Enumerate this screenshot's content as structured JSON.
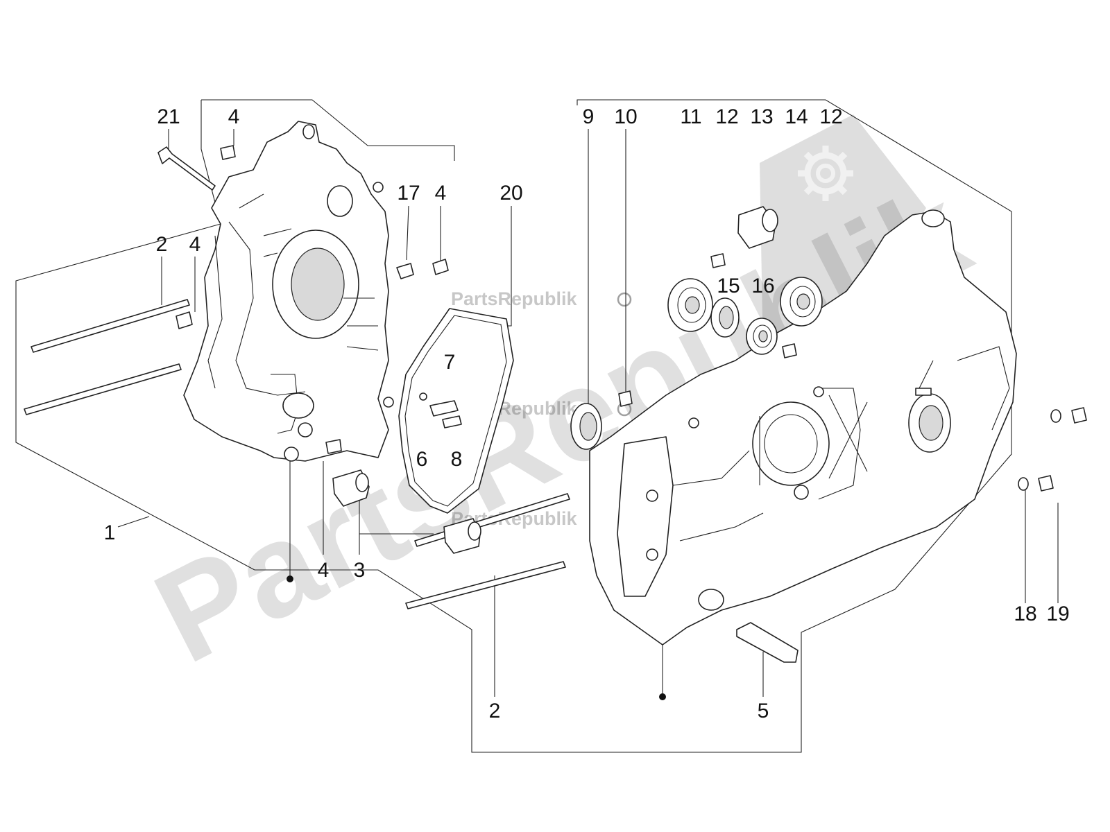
{
  "diagram": {
    "part_numbers": [
      "1",
      "2",
      "3",
      "4",
      "5",
      "6",
      "7",
      "8",
      "9",
      "10",
      "11",
      "12",
      "13",
      "14",
      "15",
      "16",
      "17",
      "18",
      "19",
      "20",
      "21"
    ]
  },
  "labels": {
    "p21": "21",
    "p4a": "4",
    "p17": "17",
    "p4b": "4",
    "p20": "20",
    "p2a": "2",
    "p4c": "4",
    "p7": "7",
    "p6": "6",
    "p8": "8",
    "p1": "1",
    "p4d": "4",
    "p3": "3",
    "p2b": "2",
    "p5": "5",
    "p9": "9",
    "p10": "10",
    "p11": "11",
    "p12a": "12",
    "p13": "13",
    "p14": "14",
    "p12b": "12",
    "p15": "15",
    "p16": "16",
    "p18": "18",
    "p19": "19"
  },
  "watermark": {
    "big_text": "PartsRepublik",
    "small_text": "PartsRepublik",
    "gear_icon": "gear-icon"
  }
}
